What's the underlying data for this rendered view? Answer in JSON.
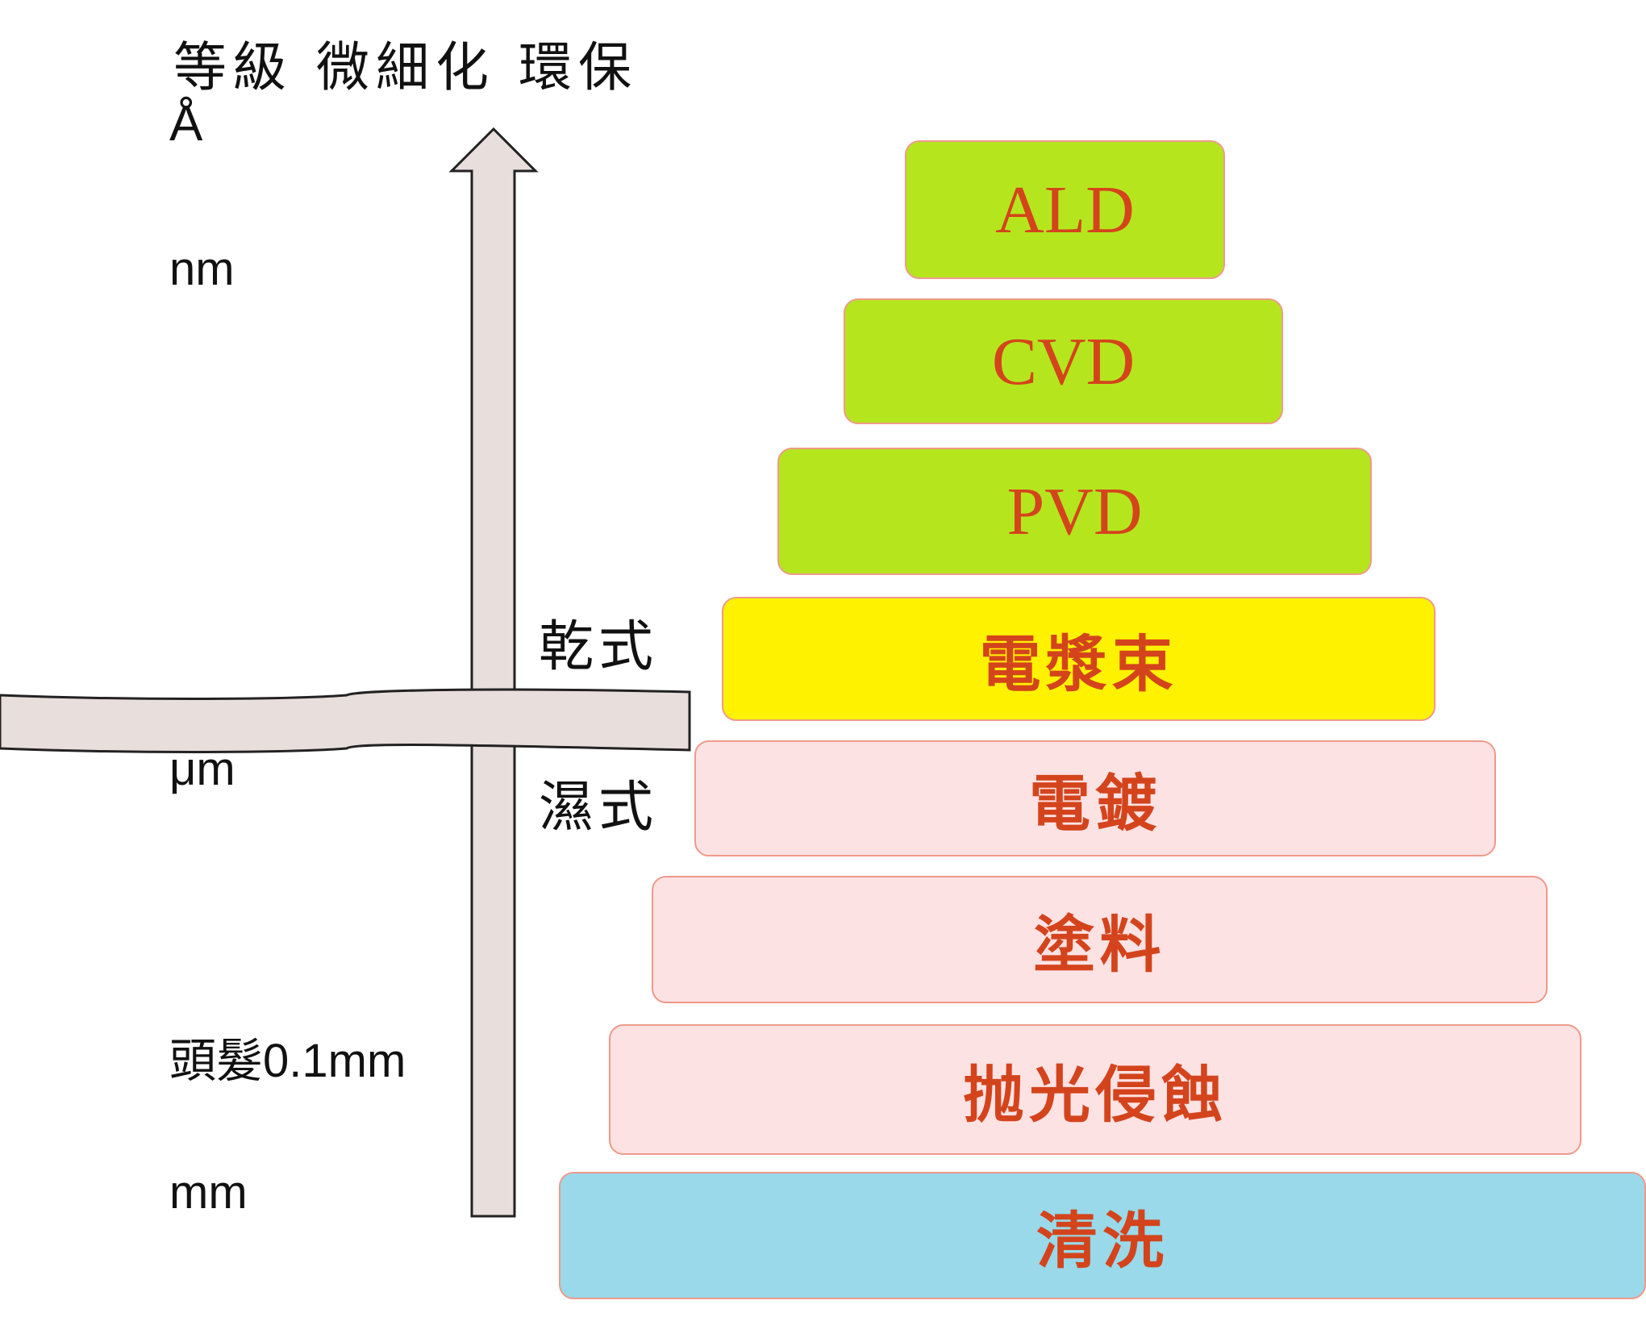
{
  "title": "等級 微細化 環保",
  "scale": {
    "angstrom": "Å",
    "nm": "nm",
    "um": "μm",
    "hair": "頭髮0.1mm",
    "mm": "mm"
  },
  "sides": {
    "dry": "乾式",
    "wet": "濕式"
  },
  "layers": [
    {
      "label": "ALD",
      "color": "#b5e61d"
    },
    {
      "label": "CVD",
      "color": "#b5e61d"
    },
    {
      "label": "PVD",
      "color": "#b5e61d"
    },
    {
      "label": "電漿束",
      "color": "#fff200"
    },
    {
      "label": "電鍍",
      "color": "#fde2e4"
    },
    {
      "label": "塗料",
      "color": "#fde2e4"
    },
    {
      "label": "抛光侵蝕",
      "color": "#fde2e4"
    },
    {
      "label": "清洗",
      "color": "#99d9ea"
    }
  ],
  "colors": {
    "arrow_fill": "#e8dedc",
    "layer_text": "#d4441c"
  }
}
